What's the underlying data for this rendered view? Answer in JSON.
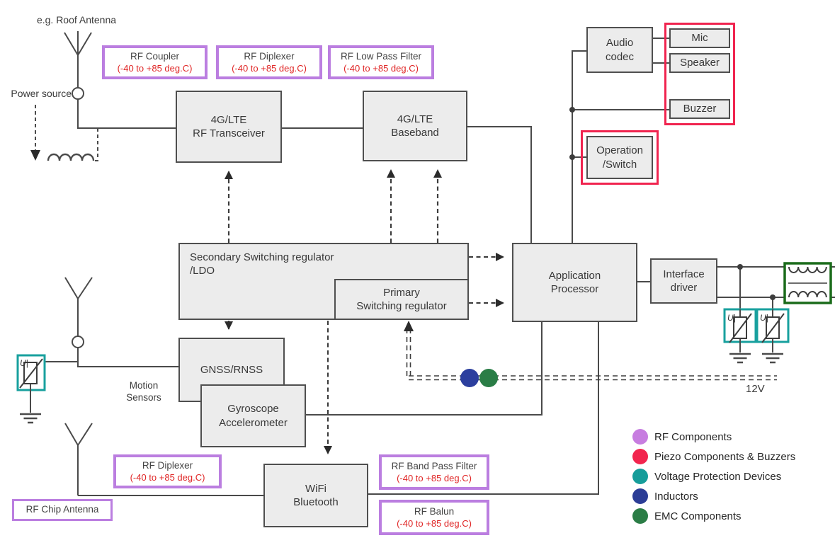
{
  "colors": {
    "wire": "#4a4a4a",
    "box_fill": "#ececec",
    "box_border": "#4f4f4f",
    "rf_border": "#bb7ee0",
    "piezo_border": "#f0244f",
    "voltage_border": "#18a09e",
    "emc_box_border": "#1a6b1a",
    "inductor_dot": "#2c3f9e",
    "emc_dot": "#2a7d46",
    "red_text": "#e02626"
  },
  "labels": {
    "roof_antenna": "e.g. Roof Antenna",
    "power_source": "Power source",
    "motion_sensors_1": "Motion",
    "motion_sensors_2": "Sensors",
    "supply_12v": "12V",
    "varistor": "U|"
  },
  "blocks": {
    "transceiver": [
      "4G/LTE",
      "RF Transceiver"
    ],
    "baseband": [
      "4G/LTE",
      "Baseband"
    ],
    "audio_codec": [
      "Audio",
      "codec"
    ],
    "mic": "Mic",
    "speaker": "Speaker",
    "buzzer": "Buzzer",
    "operation_switch": [
      "Operation",
      "/Switch"
    ],
    "secondary_regulator": [
      "Secondary Switching regulator",
      "/LDO"
    ],
    "primary_regulator": [
      "Primary",
      "Switching regulator"
    ],
    "application_processor": [
      "Application",
      "Processor"
    ],
    "interface_driver": [
      "Interface",
      "driver"
    ],
    "gnss": "GNSS/RNSS",
    "gyro": [
      "Gyroscope",
      "Accelerometer"
    ],
    "wifi": [
      "WiFi",
      "Bluetooth"
    ]
  },
  "rf_boxes": {
    "coupler": {
      "title": "RF Coupler",
      "temp": "(-40 to +85 deg.C)"
    },
    "diplexer_top": {
      "title": "RF Diplexer",
      "temp": "(-40 to +85 deg.C)"
    },
    "low_pass_filter": {
      "title": "RF Low Pass Filter",
      "temp": "(-40 to +85 deg.C)"
    },
    "diplexer_bottom": {
      "title": "RF Diplexer",
      "temp": "(-40 to +85 deg.C)"
    },
    "band_pass_filter": {
      "title": "RF Band Pass Filter",
      "temp": "(-40 to +85 deg.C)"
    },
    "balun": {
      "title": "RF Balun",
      "temp": "(-40 to +85 deg.C)"
    },
    "chip_antenna": {
      "title": "RF Chip Antenna"
    }
  },
  "legend": {
    "items": [
      {
        "label": "RF Components",
        "color": "#c77de0"
      },
      {
        "label": "Piezo Components & Buzzers",
        "color": "#f2254e"
      },
      {
        "label": "Voltage Protection Devices",
        "color": "#169d9a"
      },
      {
        "label": "Inductors",
        "color": "#2c3d96"
      },
      {
        "label": "EMC Components",
        "color": "#2b7d46"
      }
    ]
  }
}
